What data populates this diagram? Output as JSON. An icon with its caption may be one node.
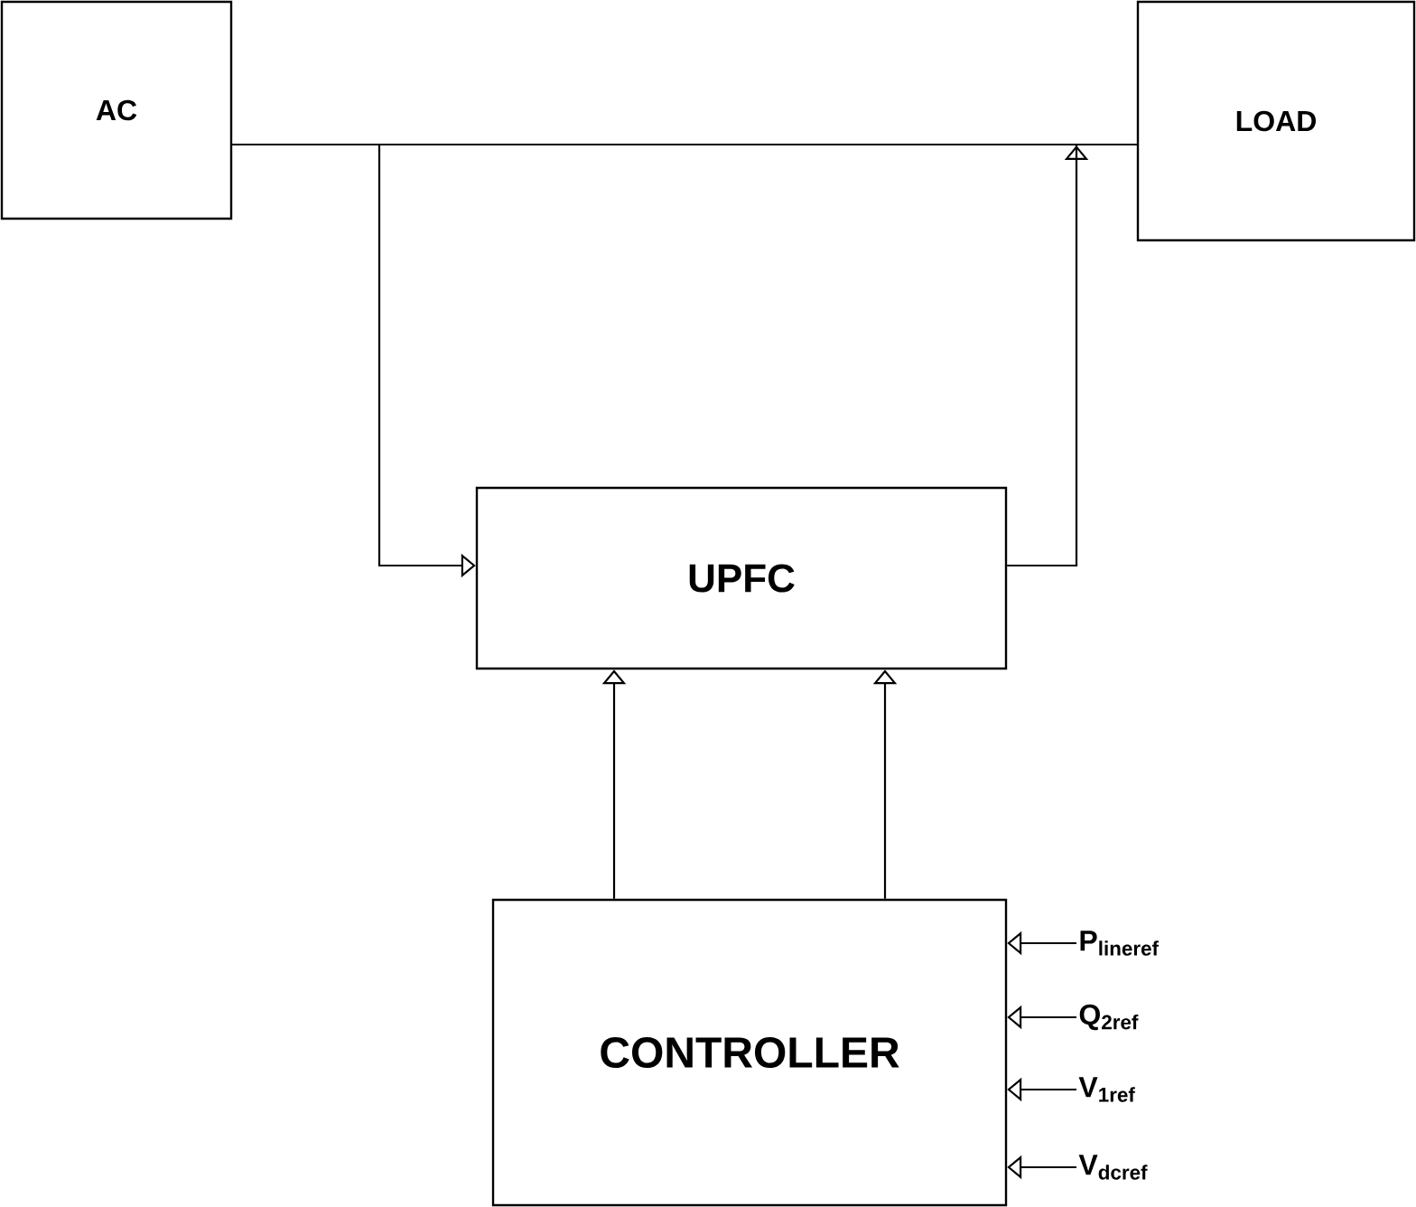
{
  "diagram": {
    "nodes": [
      {
        "text": [
          "AC"
        ]
      },
      {
        "text": [
          "LOAD"
        ]
      },
      {
        "text": [
          "UPFC"
        ]
      },
      {
        "text": [
          "CONTROLLER"
        ]
      },
      {
        "text": [
          "P$_{lineref}$"
        ]
      },
      {
        "text": [
          "Q$_{2ref}$"
        ]
      },
      {
        "text": [
          "V$_{1ref}$"
        ]
      },
      {
        "text": [
          "V$_{dcref}$"
        ]
      }
    ],
    "edges": [
      {
        "from": 0,
        "to": 1,
        "arrow": "none"
      },
      {
        "from": 0,
        "to": 2,
        "arrow": "to"
      },
      {
        "from": 2,
        "to": 1,
        "arrow": "to"
      },
      {
        "from": 3,
        "to": 2,
        "arrow": "to"
      },
      {
        "from": 3,
        "to": 2,
        "arrow": "to"
      },
      {
        "from": 4,
        "to": 3,
        "arrow": "to"
      },
      {
        "from": 5,
        "to": 3,
        "arrow": "to"
      },
      {
        "from": 6,
        "to": 3,
        "arrow": "to"
      },
      {
        "from": 7,
        "to": 3,
        "arrow": "to"
      }
    ]
  }
}
